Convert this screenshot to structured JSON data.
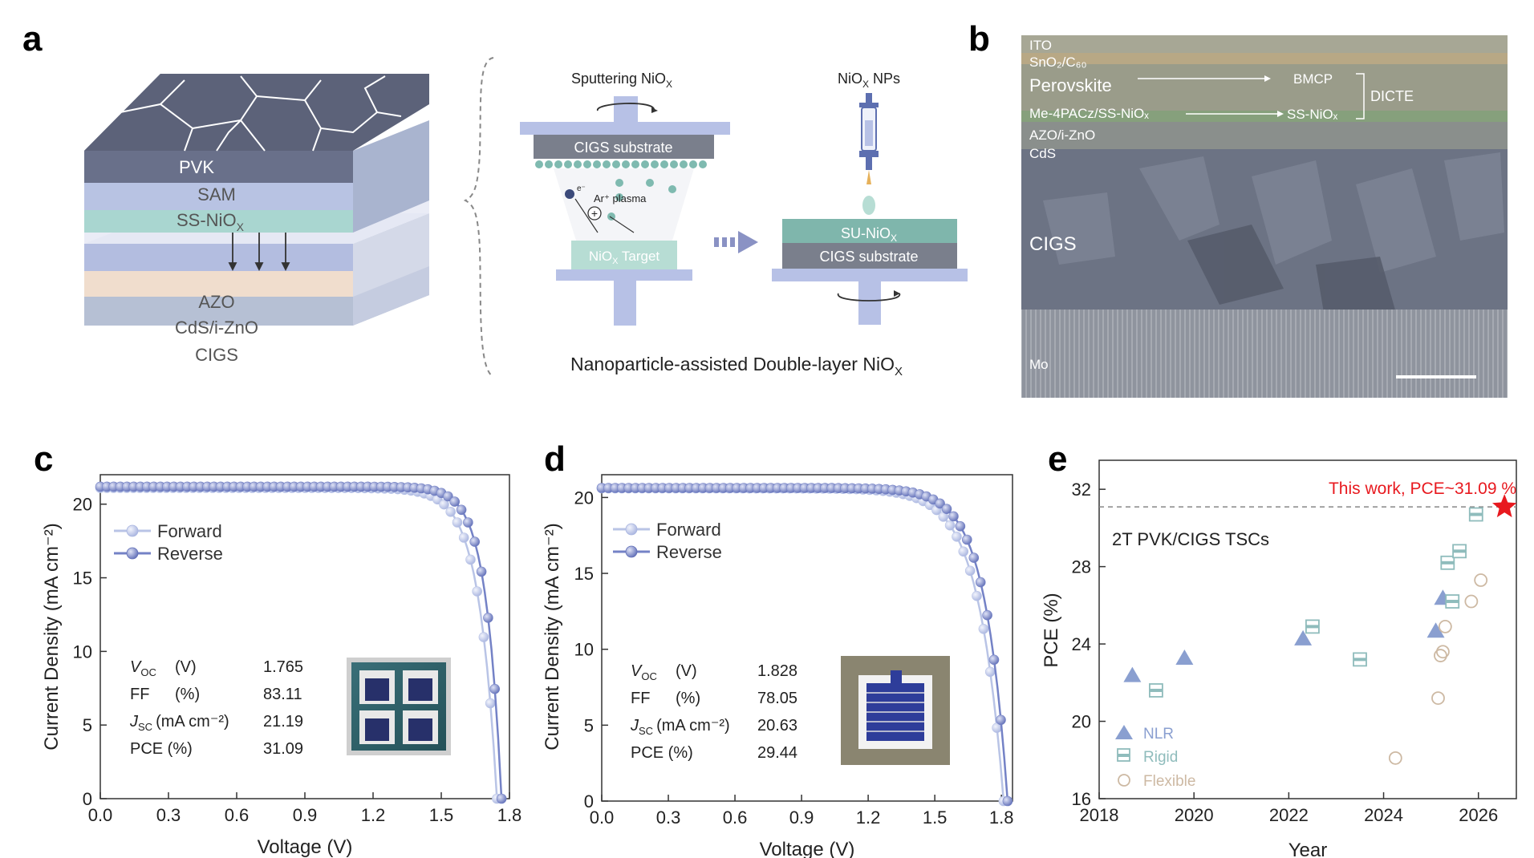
{
  "panels": {
    "a": "a",
    "b": "b",
    "c": "c",
    "d": "d",
    "e": "e"
  },
  "panel_a": {
    "stack_top": [
      "PVK",
      "SAM",
      "SS-NiO",
      "X"
    ],
    "stack_bottom": [
      "AZO",
      "CdS/i-ZnO",
      "CIGS"
    ],
    "sputter_label": "Sputtering NiO",
    "sputter_sub": "X",
    "nps_label": "NiO",
    "nps_sub": "X",
    "nps_label_tail": " NPs",
    "cigs_substrate": "CIGS substrate",
    "plasma_label": "Ar⁺ plasma",
    "electron": "e⁻",
    "plus": "+",
    "target_label": "NiO",
    "target_sub": "X",
    "target_tail": " Target",
    "su_label": "SU-NiO",
    "su_sub": "X",
    "cigs_substrate_2": "CIGS substrate",
    "caption": "Nanoparticle-assisted Double-layer NiO",
    "caption_sub": "X"
  },
  "panel_b": {
    "layers": [
      "ITO",
      "SnO₂/C₆₀",
      "Perovskite",
      "Me-4PACz/SS-NiOₓ",
      "AZO/i-ZnO",
      "CdS",
      "CIGS",
      "Mo"
    ],
    "bmcp": "BMCP",
    "ssnio": "SS-NiOₓ",
    "dicte": "DICTE"
  },
  "colors": {
    "forward": "#b9c4e6",
    "reverse": "#7482c6",
    "nlr": "#8a9fd0",
    "rigid": "#8fbcbc",
    "flexible": "#cdb9a3",
    "star": "#e8191f"
  },
  "chart_data": [
    {
      "panel": "c",
      "type": "line",
      "xlabel": "Voltage (V)",
      "ylabel": "Current Density (mA cm⁻²)",
      "xlim": [
        0,
        1.8
      ],
      "ylim": [
        0,
        22
      ],
      "xticks": [
        "0.0",
        "0.3",
        "0.6",
        "0.9",
        "1.2",
        "1.5",
        "1.8"
      ],
      "yticks": [
        "0",
        "5",
        "10",
        "15",
        "20"
      ],
      "series": [
        {
          "name": "Forward",
          "isc": 21.1,
          "voc": 1.745,
          "knee": 1.5,
          "shape": 22
        },
        {
          "name": "Reverse",
          "isc": 21.19,
          "voc": 1.765,
          "knee": 1.56,
          "shape": 26
        }
      ],
      "table": [
        [
          "V",
          "OC",
          "(V)",
          "1.765"
        ],
        [
          "FF",
          "",
          "(%)",
          "83.11"
        ],
        [
          "J",
          "SC",
          "(mA cm⁻²)",
          "21.19"
        ],
        [
          "PCE (%)",
          "",
          "",
          "31.09"
        ]
      ]
    },
    {
      "panel": "d",
      "type": "line",
      "xlabel": "Voltage (V)",
      "ylabel": "Current Density (mA cm⁻²)",
      "xlim": [
        0,
        1.85
      ],
      "ylim": [
        0,
        21.5
      ],
      "xticks": [
        "0.0",
        "0.3",
        "0.6",
        "0.9",
        "1.2",
        "1.5",
        "1.8"
      ],
      "yticks": [
        "0",
        "5",
        "10",
        "15",
        "20"
      ],
      "series": [
        {
          "name": "Forward",
          "isc": 20.6,
          "voc": 1.81,
          "knee": 1.4,
          "shape": 16
        },
        {
          "name": "Reverse",
          "isc": 20.63,
          "voc": 1.828,
          "knee": 1.46,
          "shape": 18
        }
      ],
      "table": [
        [
          "V",
          "OC",
          "(V)",
          "1.828"
        ],
        [
          "FF",
          "",
          "(%)",
          "78.05"
        ],
        [
          "J",
          "SC",
          "(mA cm⁻²)",
          "20.63"
        ],
        [
          "PCE (%)",
          "",
          "",
          "29.44"
        ]
      ]
    },
    {
      "panel": "e",
      "type": "scatter",
      "xlabel": "Year",
      "ylabel": "PCE (%)",
      "xlim": [
        2018,
        2026.8
      ],
      "ylim": [
        16,
        33.5
      ],
      "xticks": [
        "2018",
        "2020",
        "2022",
        "2024",
        "2026"
      ],
      "yticks": [
        "16",
        "20",
        "24",
        "28",
        "32"
      ],
      "reference_line": 31.09,
      "annotation": "This work, PCE~31.09 %",
      "inner_label": "2T PVK/CIGS TSCs",
      "series": [
        {
          "name": "NLR",
          "marker": "triangle",
          "points": [
            [
              2018.7,
              22.4
            ],
            [
              2019.8,
              23.3
            ],
            [
              2022.3,
              24.3
            ],
            [
              2025.1,
              24.7
            ],
            [
              2025.25,
              26.4
            ]
          ]
        },
        {
          "name": "Rigid",
          "marker": "square",
          "points": [
            [
              2019.2,
              21.6
            ],
            [
              2022.5,
              24.9
            ],
            [
              2023.5,
              23.2
            ],
            [
              2025.35,
              28.2
            ],
            [
              2025.45,
              26.2
            ],
            [
              2025.6,
              28.8
            ],
            [
              2025.95,
              30.7
            ]
          ]
        },
        {
          "name": "Flexible",
          "marker": "circle",
          "points": [
            [
              2024.25,
              18.1
            ],
            [
              2025.15,
              21.2
            ],
            [
              2025.2,
              23.4
            ],
            [
              2025.25,
              23.6
            ],
            [
              2025.3,
              24.9
            ],
            [
              2025.85,
              26.2
            ],
            [
              2026.05,
              27.3
            ]
          ]
        },
        {
          "name": "This work",
          "marker": "star",
          "points": [
            [
              2026.55,
              31.09
            ]
          ]
        }
      ]
    }
  ]
}
